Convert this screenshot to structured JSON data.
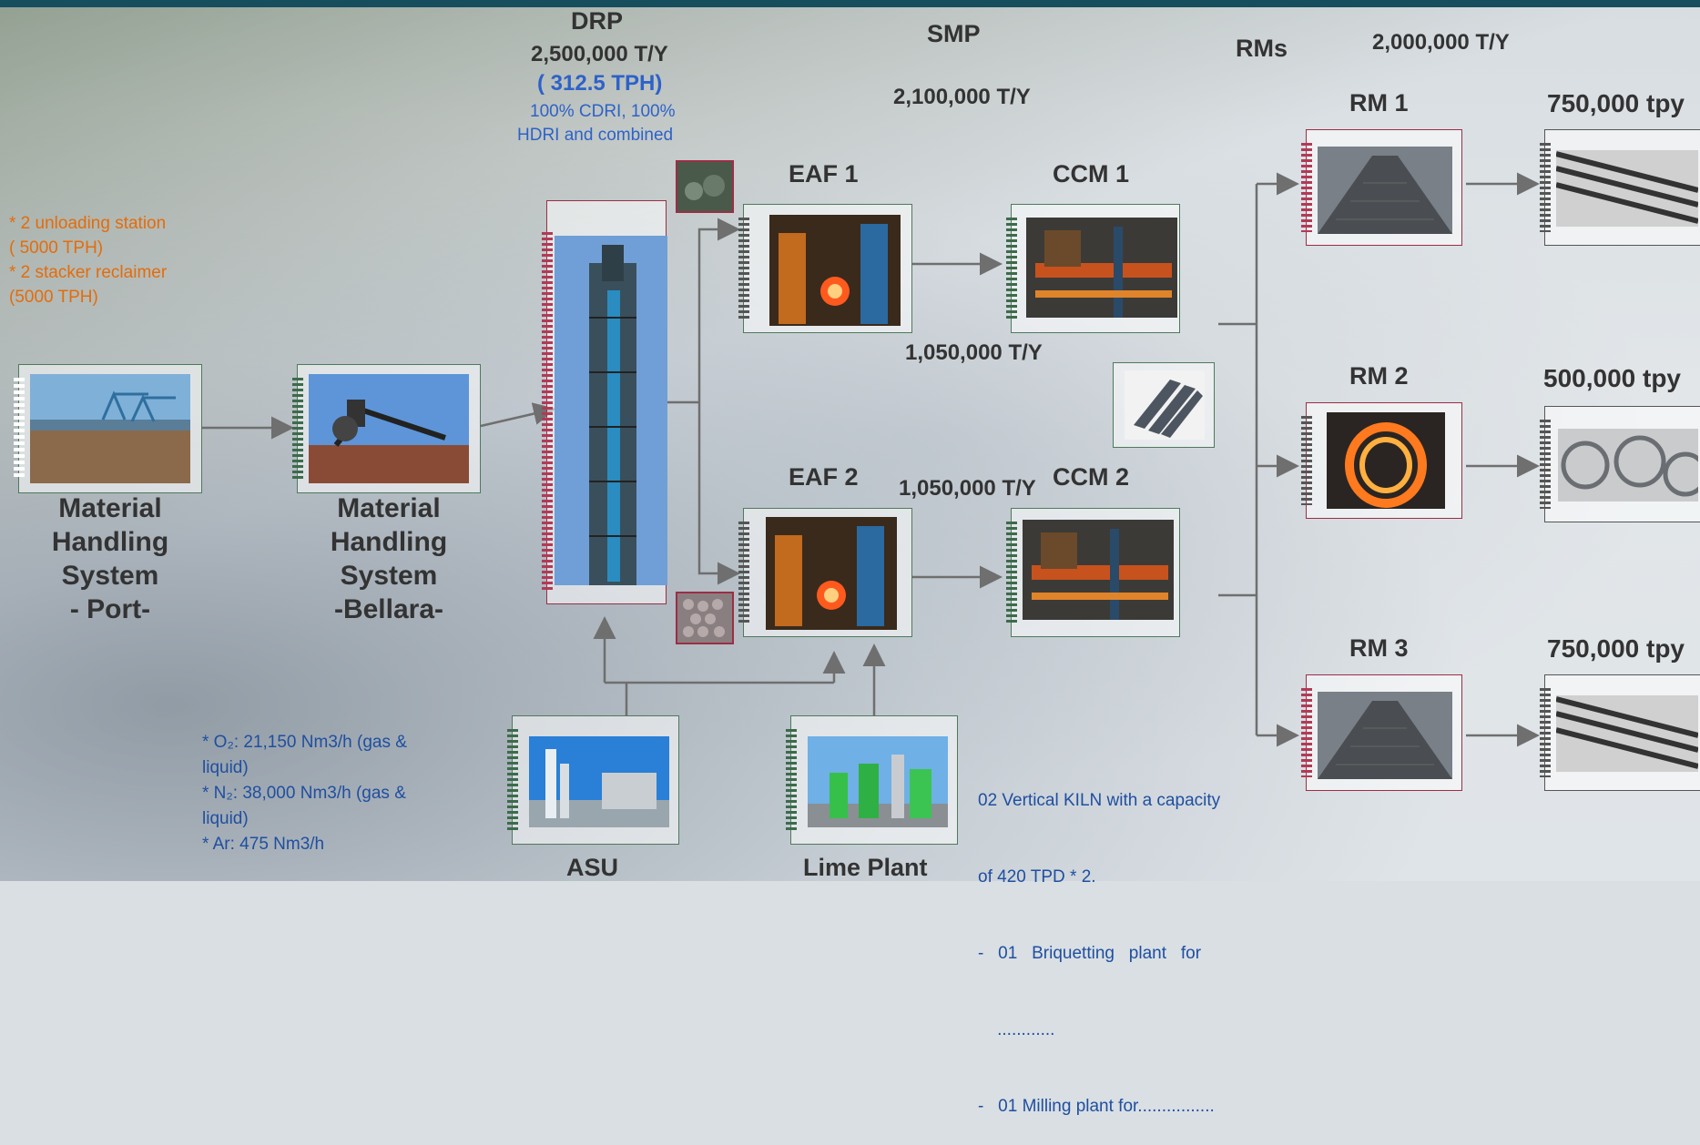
{
  "header": {
    "accent_color": "#164e5e"
  },
  "drp": {
    "title": "DRP",
    "capacity": "2,500,000 T/Y",
    "rate": "( 312.5 TPH)",
    "desc_line1": "100% CDRI, 100%",
    "desc_line2": "HDRI and combined"
  },
  "smp": {
    "title": "SMP",
    "capacity": "2,100,000 T/Y"
  },
  "rms": {
    "title": "RMs",
    "capacity": "2,000,000 T/Y"
  },
  "eaf1": {
    "label": "EAF 1"
  },
  "eaf2": {
    "label": "EAF 2"
  },
  "ccm1": {
    "label": "CCM 1",
    "capacity": "1,050,000 T/Y"
  },
  "ccm2": {
    "label": "CCM 2",
    "capacity": "1,050,000 T/Y"
  },
  "rm1": {
    "label": "RM 1",
    "output": "750,000 tpy"
  },
  "rm2": {
    "label": "RM 2",
    "output": "500,000 tpy"
  },
  "rm3": {
    "label": "RM 3",
    "output": "750,000 tpy"
  },
  "mhs_port": {
    "line1": "Material",
    "line2": "Handling",
    "line3": "System",
    "line4": "- Port-"
  },
  "mhs_bellara": {
    "line1": "Material",
    "line2": "Handling",
    "line3": "System",
    "line4": "-Bellara-"
  },
  "port_notes": [
    "*  2  unloading  station",
    "( 5000 TPH)",
    "*  2  stacker  reclaimer",
    "(5000 TPH)"
  ],
  "asu": {
    "label": "ASU",
    "notes": [
      "* O₂:  21,150  Nm3/h  (gas  &",
      "liquid)",
      "* N₂:  38,000  Nm3/h  (gas  &",
      "liquid)",
      "* Ar: 475 Nm3/h"
    ]
  },
  "lime": {
    "label": "Lime Plant",
    "notes": [
      "02 Vertical KILN with a capacity",
      "of 420 TPD * 2.",
      "-   01   Briquetting   plant   for",
      "    ............",
      "-   01 Milling plant for................"
    ]
  },
  "colors": {
    "label_gray": "#333333",
    "note_orange": "#e46c0a",
    "note_blue": "#1f4fa0",
    "drp_rate_blue": "#2e62c8",
    "frame_green": "#4e7a5a",
    "frame_red": "#9a2f45",
    "arrow_gray": "#6f6f6f"
  }
}
